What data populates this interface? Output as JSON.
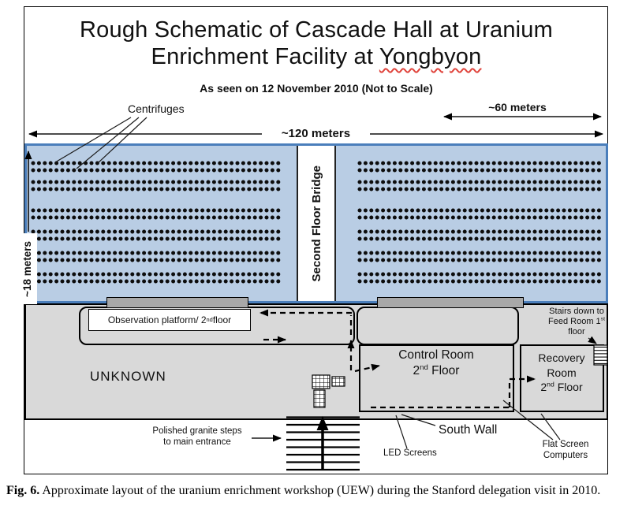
{
  "colors": {
    "hall-fill": "#b9cde4",
    "hall-border": "#4a7ebb",
    "area-gray": "#d9d9d9",
    "window-gray": "#a8a8a8",
    "squiggle-red": "#e0443c"
  },
  "title": {
    "line1": "Rough Schematic of Cascade Hall at Uranium",
    "line2_prefix": "Enrichment Facility at ",
    "line2_underlined": "Yongbyon"
  },
  "subtitle": "As seen on 12 November 2010 (Not to Scale)",
  "measurements": {
    "total_width": "~120 meters",
    "right_width": "~60 meters",
    "hall_height": "~18 meters"
  },
  "hall": {
    "centrifuges_label": "Centrifuges",
    "bridge_label": "Second Floor Bridge"
  },
  "rooms": {
    "observation": {
      "pre": "Observation platform/ 2",
      "sup": "nd",
      "post": " floor"
    },
    "unknown": "UNKNOWN",
    "control": {
      "line1": "Control Room",
      "num": "2",
      "sup": "nd",
      "post": " Floor"
    },
    "recovery": {
      "line1": "Recovery",
      "line2": "Room",
      "num": "2",
      "sup": "nd",
      "post": " Floor"
    },
    "stairs": {
      "line1": "Stairs down to",
      "line2": "Feed Room 1",
      "sup": "st",
      "line3": "floor"
    }
  },
  "bottom": {
    "granite_line1": "Polished granite steps",
    "granite_line2": "to main entrance",
    "south_wall": "South Wall",
    "led_screens": "LED Screens",
    "flat_line1": "Flat Screen",
    "flat_line2": "Computers"
  },
  "caption": {
    "fig": "Fig. 6.",
    "text": "Approximate layout of the uranium enrichment workshop (UEW) during the Stanford delegation visit in 2010."
  }
}
